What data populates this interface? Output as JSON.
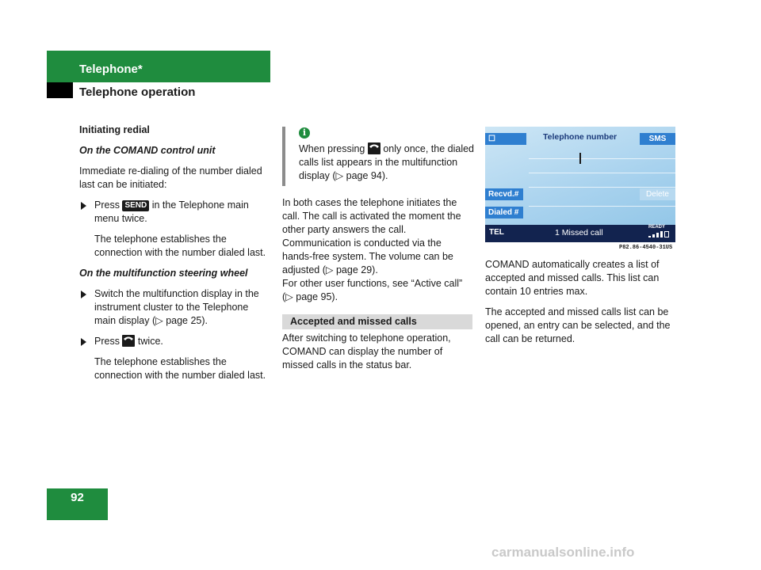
{
  "header": {
    "title": "Telephone*",
    "subtitle": "Telephone operation"
  },
  "page_number": "92",
  "col1": {
    "heading": "Initiating redial",
    "comand_heading": "On the COMAND control unit",
    "comand_intro": "Immediate re-dialing of the number dialed last can be initiated:",
    "step1_pre": "Press",
    "send_key": "SEND",
    "step1_post": "in the Telephone main menu twice.",
    "step1_result": "The telephone establishes the connection with the number dialed last.",
    "wheel_heading": "On the multifunction steering wheel",
    "step2": "Switch the multifunction display in the instrument cluster to the Telephone main display (▷ page 25).",
    "step3_pre": "Press",
    "step3_post": "twice.",
    "step3_result": "The telephone establishes the connection with the number dialed last."
  },
  "col2": {
    "info_icon": "i",
    "info_pre": "When pressing",
    "info_post": "only once, the dialed calls list appears in the multifunction display (▷ page 94).",
    "para1": "In both cases the telephone initiates the call. The call is activated the moment the other party answers the call. Communication is conducted via the hands-free system. The volume can be adjusted (▷ page 29).",
    "para1b": "For other user functions, see “Active call” (▷ page 95).",
    "section_title": "Accepted and missed calls",
    "para2": "After switching to telephone operation, COMAND can display the number of missed calls in the status bar."
  },
  "screen": {
    "title": "Telephone number",
    "sms": "SMS",
    "recvd": "Recvd.#",
    "delete": "Delete",
    "dialed": "Dialed #",
    "tel": "TEL",
    "missed": "1 Missed call",
    "ready": "READY",
    "caption": "P82.86-4540-31US"
  },
  "col3": {
    "para1": "COMAND automatically creates a list of accepted and missed calls. This list can contain 10 entries max.",
    "para2": "The accepted and missed calls list can be opened, an entry can be selected, and the call can be returned."
  },
  "watermark": "carmanualsonline.info",
  "colors": {
    "accent_green": "#1f8c3e",
    "screen_blue": "#2f7fd0",
    "status_navy": "#12234f"
  }
}
